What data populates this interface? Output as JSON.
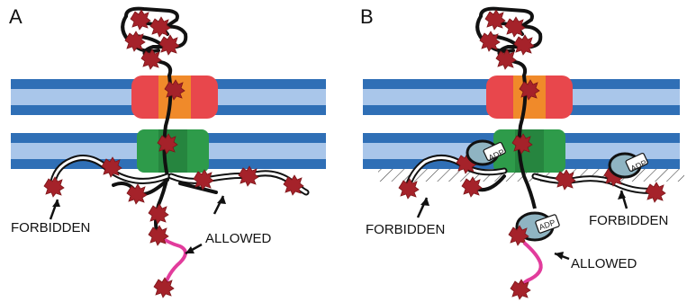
{
  "panels": [
    {
      "letter": "A",
      "labels": {
        "forbidden": "FORBIDDEN",
        "allowed": "ALLOWED"
      }
    },
    {
      "letter": "B",
      "labels": {
        "forbidden_left": "FORBIDDEN",
        "forbidden_right": "FORBIDDEN",
        "allowed": "ALLOWED"
      },
      "adp_labels": [
        "ADP",
        "ADP",
        "ADP"
      ]
    }
  ],
  "colors": {
    "membrane_dark": "#2f6fb6",
    "membrane_light": "#a9c6ea",
    "outer_pore_red": "#e8474c",
    "outer_pore_orange": "#f08a2a",
    "inner_pore_green": "#2e9b4a",
    "chain": "#111111",
    "segment_red": "#a5222a",
    "allowed_chain": "#e23c9c",
    "atpase_body": "#8fb4c2"
  }
}
